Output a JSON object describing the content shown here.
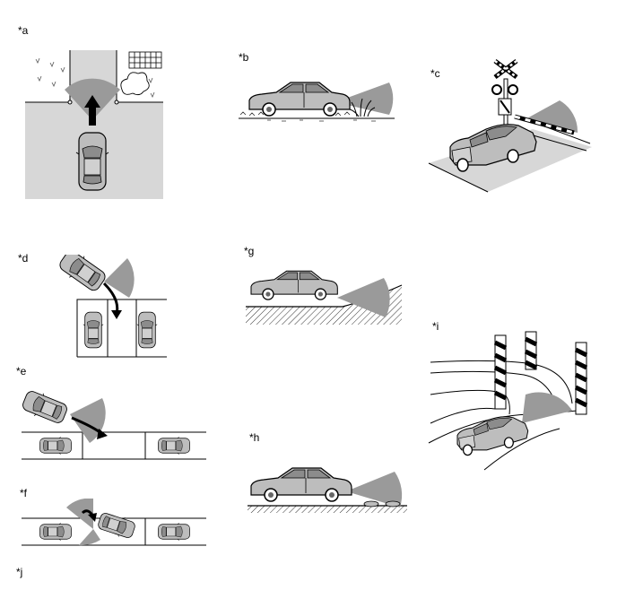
{
  "panels": {
    "a": {
      "label": "*a"
    },
    "b": {
      "label": "*b"
    },
    "c": {
      "label": "*c"
    },
    "d": {
      "label": "*d"
    },
    "e": {
      "label": "*e"
    },
    "f": {
      "label": "*f"
    },
    "g": {
      "label": "*g"
    },
    "h": {
      "label": "*h"
    },
    "i": {
      "label": "*i"
    },
    "j": {
      "label": "*j"
    }
  },
  "colors": {
    "road": "#d7d7d7",
    "sensor_zone": "#9a9a9a",
    "car_body": "#b8b8b8",
    "car_glass": "#8c8c8c",
    "line": "#000000"
  }
}
